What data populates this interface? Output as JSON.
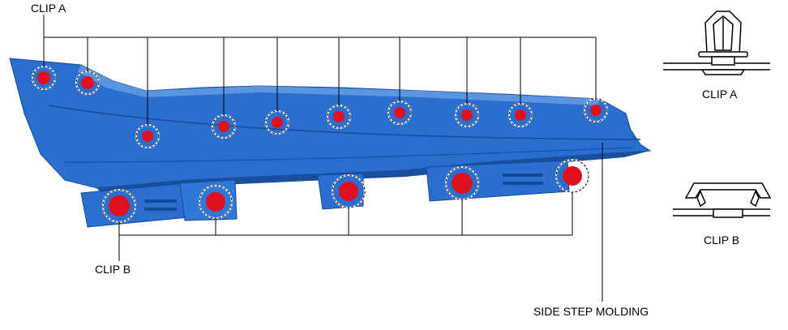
{
  "labels": {
    "clip_a_callout": "CLIP A",
    "clip_b_callout": "CLIP B",
    "molding_callout": "SIDE STEP MOLDING",
    "clip_a_detail": "CLIP A",
    "clip_b_detail": "CLIP B"
  },
  "colors": {
    "molding_body": "#2a6fd0",
    "molding_shadow": "#1a4fa0",
    "molding_highlight": "#5b95e0",
    "clip_marker": "#e0101e",
    "leader_line": "#000000"
  },
  "clip_a_count": 10,
  "clip_b_count": 5
}
